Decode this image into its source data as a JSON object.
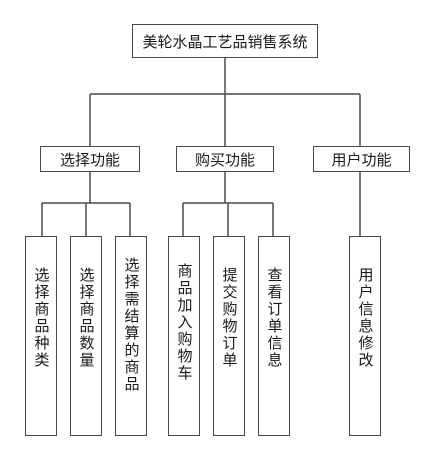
{
  "root": {
    "label": "美轮水晶工艺品销售系统"
  },
  "modules": [
    {
      "label": "选择功能",
      "children": [
        "选择商品种类",
        "选择商品数量",
        "选择需结算的商品"
      ]
    },
    {
      "label": "购买功能",
      "children": [
        "商品加入购物车",
        "提交购物订单",
        "查看订单信息"
      ]
    },
    {
      "label": "用户功能",
      "children": [
        "用户信息修改"
      ]
    }
  ]
}
